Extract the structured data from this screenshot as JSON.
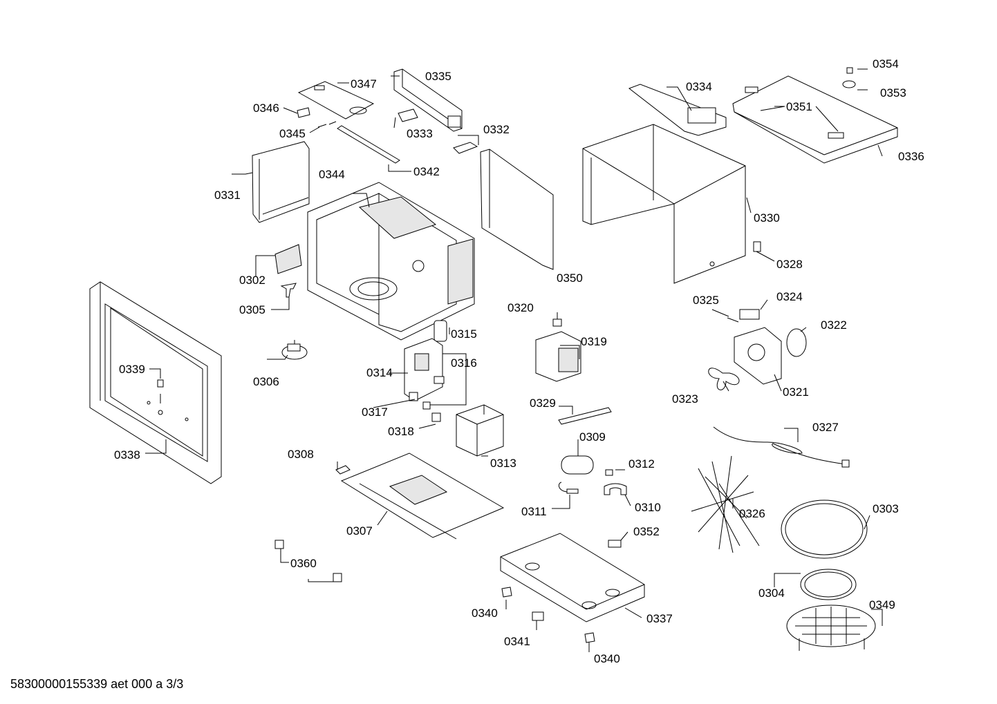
{
  "document_id": "58300000155339 aet 000 a 3/3",
  "part_labels": {
    "p0302": "0302",
    "p0303": "0303",
    "p0304": "0304",
    "p0305": "0305",
    "p0306": "0306",
    "p0307": "0307",
    "p0308": "0308",
    "p0309": "0309",
    "p0310": "0310",
    "p0311": "0311",
    "p0312": "0312",
    "p0313": "0313",
    "p0314": "0314",
    "p0315": "0315",
    "p0316": "0316",
    "p0317": "0317",
    "p0318": "0318",
    "p0319": "0319",
    "p0320": "0320",
    "p0321": "0321",
    "p0322": "0322",
    "p0323": "0323",
    "p0324": "0324",
    "p0325": "0325",
    "p0326": "0326",
    "p0327": "0327",
    "p0328": "0328",
    "p0329": "0329",
    "p0330": "0330",
    "p0331": "0331",
    "p0332": "0332",
    "p0333": "0333",
    "p0334": "0334",
    "p0335": "0335",
    "p0336": "0336",
    "p0337": "0337",
    "p0338": "0338",
    "p0339": "0339",
    "p0340a": "0340",
    "p0340b": "0340",
    "p0341": "0341",
    "p0342": "0342",
    "p0344": "0344",
    "p0345": "0345",
    "p0346": "0346",
    "p0347": "0347",
    "p0349": "0349",
    "p0350": "0350",
    "p0351": "0351",
    "p0352": "0352",
    "p0353": "0353",
    "p0354": "0354",
    "p0360": "0360"
  }
}
